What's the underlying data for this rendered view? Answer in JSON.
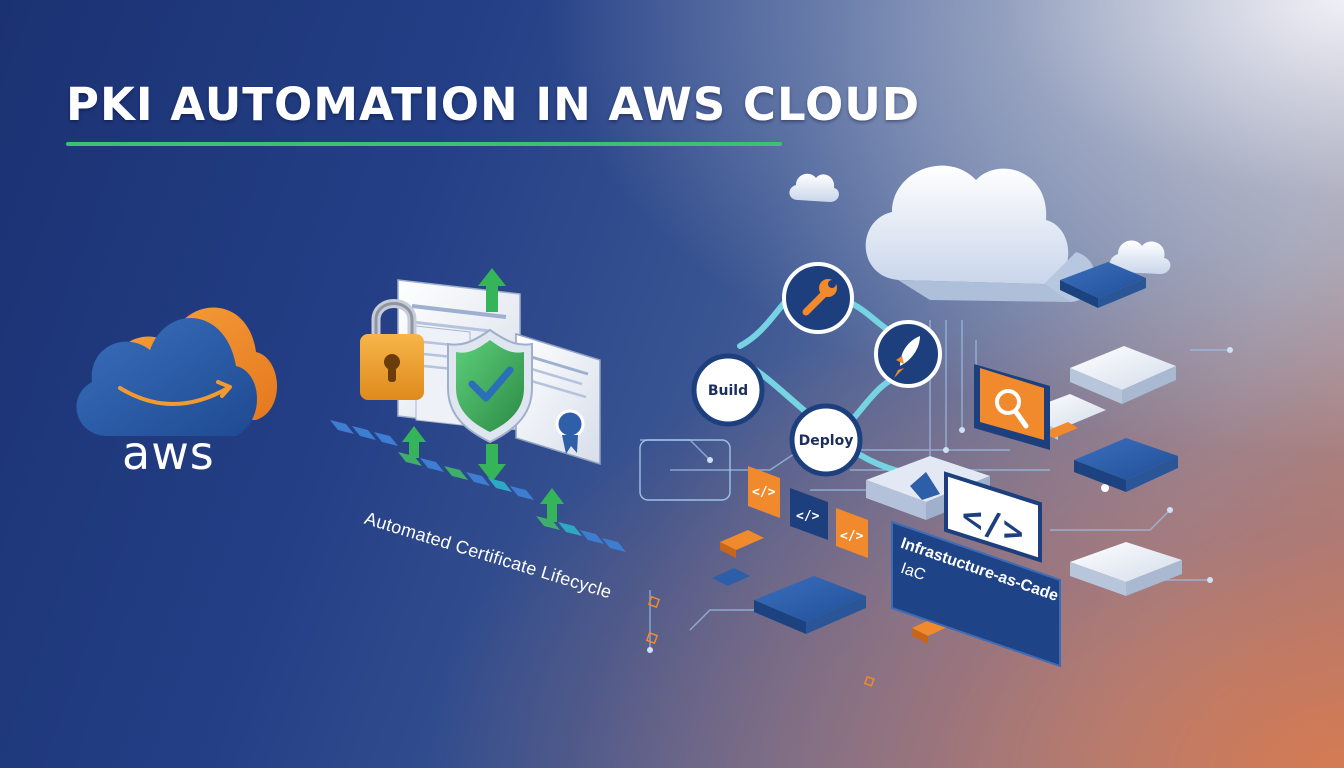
{
  "title": "PKI AUTOMATION IN AWS CLOUD",
  "aws_logo_text": "aws",
  "lifecycle_caption": "Automated Certificate Lifecycle",
  "pipeline": {
    "build_label": "Build",
    "deploy_label": "Deploy"
  },
  "iac": {
    "line1": "Infrastucture-as-Cade",
    "line2": "IaC"
  },
  "code_glyph": "</>",
  "colors": {
    "accent_green": "#3fbf74",
    "aws_orange": "#f08a2c",
    "aws_blue": "#2b5aa6",
    "shield_green": "#3aa45a",
    "tile_blue": "#2d5fa8",
    "tile_white": "#e9eef6",
    "pipe_cyan": "#6fd3e0"
  },
  "icons": [
    "aws-cloud-icon",
    "padlock-icon",
    "shield-check-icon",
    "certificate-icon",
    "wrench-icon",
    "rocket-icon",
    "magnifier-icon",
    "code-icon",
    "cloud-icon",
    "arrow-up-icon",
    "arrow-down-icon"
  ]
}
